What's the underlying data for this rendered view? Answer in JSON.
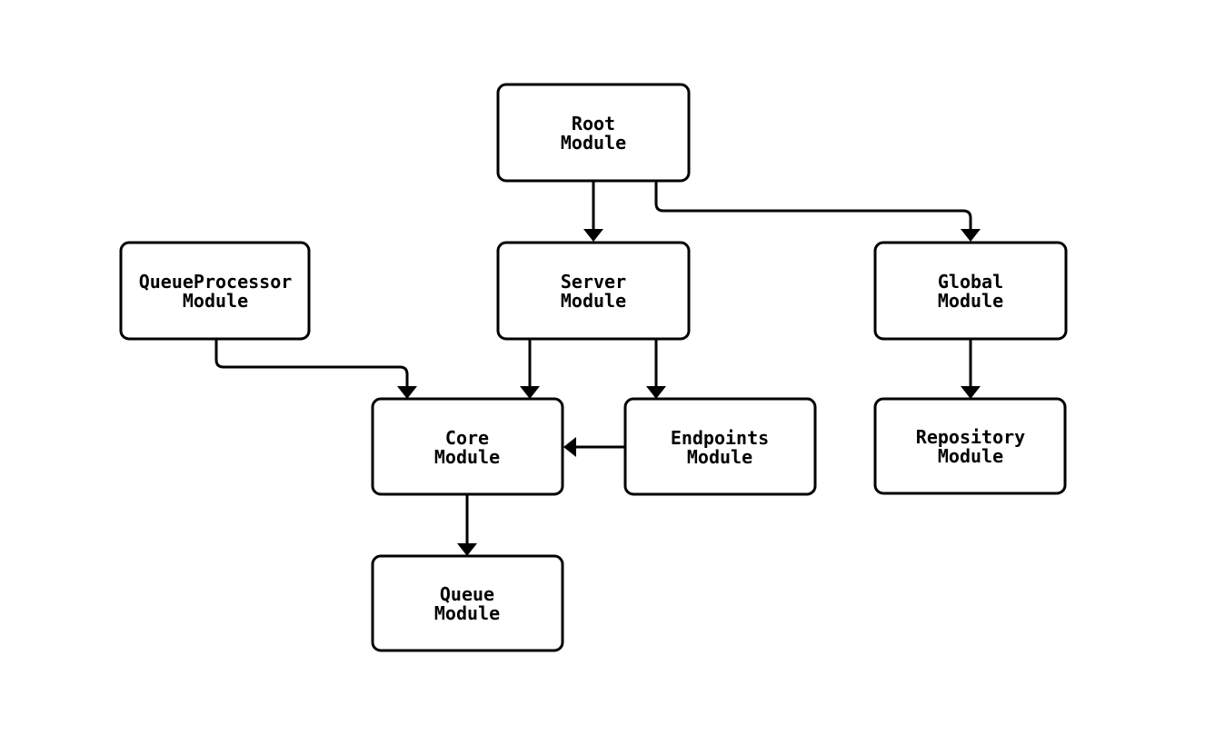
{
  "diagram": {
    "background_color": "#ffffff",
    "node_fill_color": "#ffffff",
    "node_border_color": "#000000",
    "edge_color": "#000000",
    "nodes": {
      "root": {
        "line1": "Root",
        "line2": "Module"
      },
      "queueprocessor": {
        "line1": "QueueProcessor",
        "line2": "Module"
      },
      "server": {
        "line1": "Server",
        "line2": "Module"
      },
      "global": {
        "line1": "Global",
        "line2": "Module"
      },
      "core": {
        "line1": "Core",
        "line2": "Module"
      },
      "endpoints": {
        "line1": "Endpoints",
        "line2": "Module"
      },
      "repository": {
        "line1": "Repository",
        "line2": "Module"
      },
      "queue": {
        "line1": "Queue",
        "line2": "Module"
      }
    },
    "edges": [
      {
        "from": "Root Module",
        "to": "Server Module"
      },
      {
        "from": "Root Module",
        "to": "Global Module"
      },
      {
        "from": "QueueProcessor Module",
        "to": "Core Module"
      },
      {
        "from": "Server Module",
        "to": "Core Module"
      },
      {
        "from": "Server Module",
        "to": "Endpoints Module"
      },
      {
        "from": "Global Module",
        "to": "Repository Module"
      },
      {
        "from": "Endpoints Module",
        "to": "Core Module"
      },
      {
        "from": "Core Module",
        "to": "Queue Module"
      }
    ]
  }
}
